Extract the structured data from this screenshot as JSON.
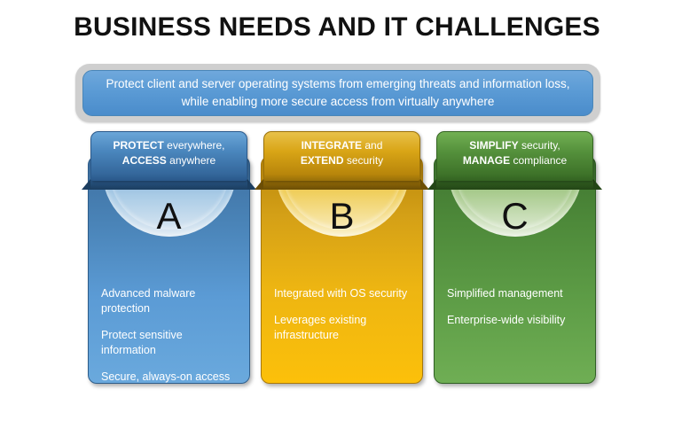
{
  "slide": {
    "title": "BUSINESS NEEDS AND IT CHALLENGES",
    "banner": "Protect client and server operating systems from emerging threats and information loss, while enabling more secure access from virtually anywhere"
  },
  "colors": {
    "blue": "#5b9bd5",
    "gold": "#fcc00a",
    "green": "#5d9c46",
    "banner_blue": "#5b9bd5",
    "banner_frame_gray": "#cfcfcf",
    "title_black": "#111111",
    "text_white": "#ffffff"
  },
  "columns": [
    {
      "id": "a",
      "letter": "A",
      "heading_strong_1": "PROTECT",
      "heading_rest_1": " everywhere,",
      "heading_strong_2": "ACCESS",
      "heading_rest_2": " anywhere",
      "bullets": [
        "Advanced malware protection",
        "Protect sensitive information",
        "Secure, always-on access"
      ]
    },
    {
      "id": "b",
      "letter": "B",
      "heading_strong_1": "INTEGRATE",
      "heading_rest_1": " and",
      "heading_strong_2": "EXTEND",
      "heading_rest_2": " security",
      "bullets": [
        "Integrated with OS security",
        "Leverages existing infrastructure"
      ]
    },
    {
      "id": "c",
      "letter": "C",
      "heading_strong_1": "SIMPLIFY",
      "heading_rest_1": " security,",
      "heading_strong_2": "MANAGE",
      "heading_rest_2": " compliance",
      "bullets": [
        "Simplified management",
        "Enterprise-wide visibility"
      ]
    }
  ]
}
